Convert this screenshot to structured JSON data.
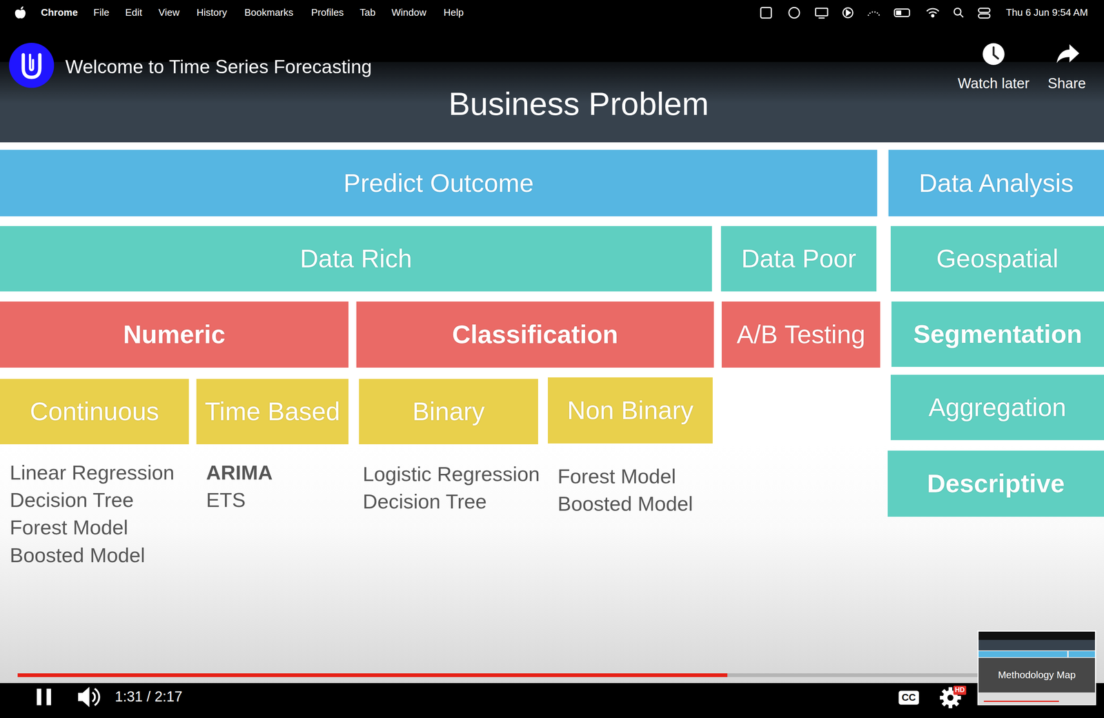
{
  "diagram": {
    "title": "Business Problem",
    "nodes": [
      {
        "text": [
          "Predict Outcome"
        ]
      },
      {
        "text": [
          "Data Rich"
        ]
      },
      {
        "text": [
          "Data Poor"
        ]
      },
      {
        "text": [
          "Numeric"
        ]
      },
      {
        "text": [
          "Classification"
        ]
      },
      {
        "text": [
          "A/B Testing"
        ]
      },
      {
        "text": [
          "Continuous"
        ]
      },
      {
        "text": [
          "Time Based"
        ]
      },
      {
        "text": [
          "Binary"
        ]
      },
      {
        "text": [
          "Non Binary"
        ]
      },
      {
        "text": [
          "Data Analysis"
        ]
      },
      {
        "text": [
          "Geospatial"
        ]
      },
      {
        "text": [
          "Segmentation"
        ]
      },
      {
        "text": [
          "Aggregation"
        ]
      },
      {
        "text": [
          "Descriptive"
        ]
      }
    ],
    "labels": [
      "Chrome",
      "File",
      "Edit",
      "View",
      "History",
      "Bookmarks",
      "Profiles",
      "Tab",
      "Window",
      "Help",
      "Thu 6 Jun 9:54 AM",
      "Welcome to Time Series Forecasting",
      "Watch later",
      "Share",
      "Linear Regression",
      "Decision Tree",
      "Forest Model",
      "Boosted Model",
      "ARIMA",
      "ETS",
      "Logistic Regression",
      "Decision Tree",
      "Forest Model",
      "Boosted Model",
      "1:31 / 2:17",
      "CC",
      "HD",
      "Methodology Map"
    ]
  }
}
